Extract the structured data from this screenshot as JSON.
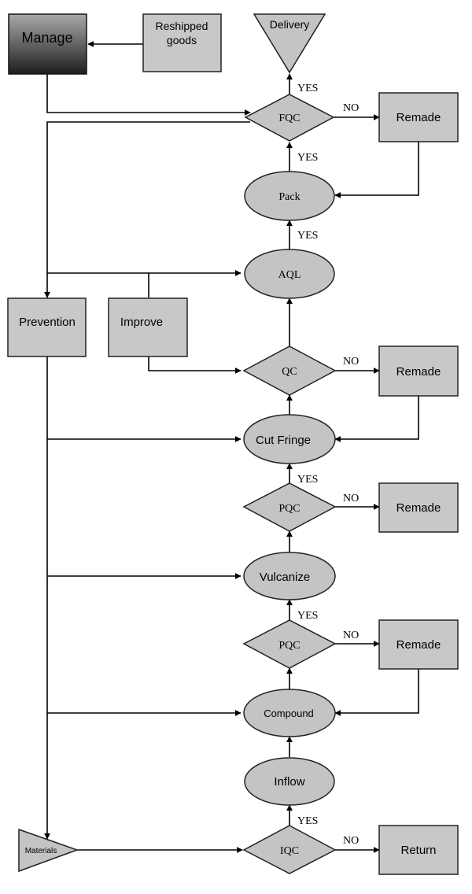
{
  "nodes": {
    "manage": "Manage",
    "reshipped": [
      "Reshipped",
      "goods"
    ],
    "delivery": "Delivery",
    "fqc": "FQC",
    "remade_fqc": "Remade",
    "pack": "Pack",
    "aql": "AQL",
    "prevention": "Prevention",
    "improve": "Improve",
    "qc": "QC",
    "remade_qc": "Remade",
    "cut_fringe": "Cut Fringe",
    "pqc_cut": "PQC",
    "remade_pqc_cut": "Remade",
    "vulcanize": "Vulcanize",
    "pqc_vulc": "PQC",
    "remade_pqc_vulc": "Remade",
    "compound": "Compound",
    "inflow": "Inflow",
    "materials": "Materials",
    "iqc": "IQC",
    "return": "Return"
  },
  "labels": {
    "yes": "YES",
    "no": "NO"
  },
  "colors": {
    "fill": "#c4c4c4",
    "manage_top": "#a9a9a9",
    "manage_bottom": "#1e1e1e",
    "stroke": "#222222"
  }
}
